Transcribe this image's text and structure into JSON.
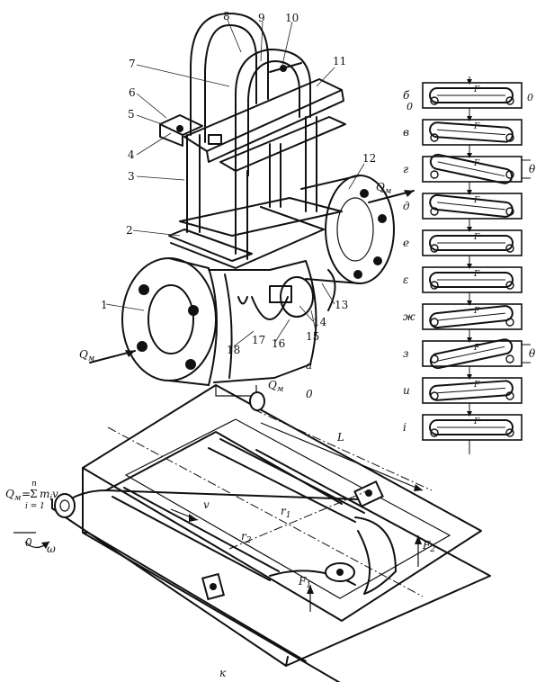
{
  "part_numbers": [
    "1",
    "2",
    "3",
    "4",
    "5",
    "6",
    "7",
    "8",
    "9",
    "10",
    "11",
    "12",
    "13",
    "14",
    "15",
    "16",
    "17",
    "18"
  ],
  "flow_labels": {
    "qm": "Q",
    "qm_sub": "м"
  },
  "axis_point": "0",
  "view_labels": {
    "a": "а",
    "k": "к"
  },
  "tube_states": [
    {
      "letter": "б",
      "force": "F",
      "end": "0",
      "left": "0"
    },
    {
      "letter": "в",
      "force": "F"
    },
    {
      "letter": "г",
      "force": "F",
      "angle": "θ"
    },
    {
      "letter": "д",
      "force": "F"
    },
    {
      "letter": "е",
      "force": "F"
    },
    {
      "letter": "ε",
      "force": "F"
    },
    {
      "letter": "ж",
      "force": "F"
    },
    {
      "letter": "з",
      "force": "F",
      "angle": "θ"
    },
    {
      "letter": "и",
      "force": "F"
    },
    {
      "letter": "і",
      "force": "F"
    }
  ],
  "formula": {
    "lhs": "Q",
    "lhs_sub": "м",
    "eq": "=",
    "sum": "Σ",
    "term": "m",
    "term_sub": "i",
    "tail": "v",
    "upper": "n",
    "lower": "i = 1"
  },
  "dim_labels": {
    "L": "L",
    "r1": "r",
    "r1_sub": "1",
    "r2": "r",
    "r2_sub": "2",
    "v": "v",
    "omega": "ω",
    "F1": "F",
    "F1_sub": "1",
    "F2": "F",
    "F2_sub": "2"
  }
}
